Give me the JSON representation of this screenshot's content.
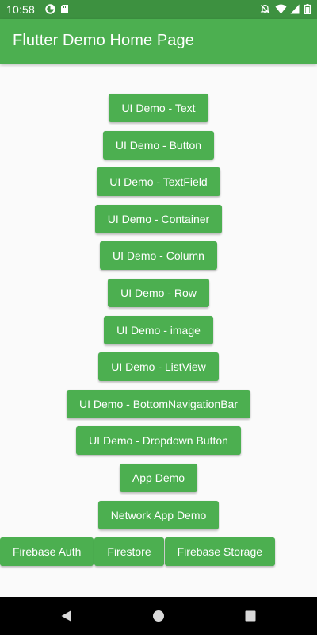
{
  "status_bar": {
    "time": "10:58",
    "left_icons": [
      "data-saver-icon",
      "sd-card-icon"
    ],
    "right_icons": [
      "notifications-off-icon",
      "wifi-icon",
      "signal-icon",
      "battery-icon"
    ]
  },
  "app_bar": {
    "title": "Flutter Demo Home Page"
  },
  "buttons": [
    {
      "name": "ui-demo-text-button",
      "label": "UI Demo - Text"
    },
    {
      "name": "ui-demo-button-button",
      "label": "UI Demo - Button"
    },
    {
      "name": "ui-demo-textfield-button",
      "label": "UI Demo - TextField"
    },
    {
      "name": "ui-demo-container-button",
      "label": "UI Demo - Container"
    },
    {
      "name": "ui-demo-column-button",
      "label": "UI Demo - Column"
    },
    {
      "name": "ui-demo-row-button",
      "label": "UI Demo - Row"
    },
    {
      "name": "ui-demo-image-button",
      "label": "UI Demo - image"
    },
    {
      "name": "ui-demo-listview-button",
      "label": "UI Demo - ListView"
    },
    {
      "name": "ui-demo-bottom-navigation-bar-button",
      "label": "UI Demo - BottomNavigationBar"
    },
    {
      "name": "ui-demo-dropdown-button-button",
      "label": "UI Demo - Dropdown Button"
    },
    {
      "name": "app-demo-button",
      "label": "App Demo"
    },
    {
      "name": "network-app-demo-button",
      "label": "Network App Demo"
    }
  ],
  "firebase_buttons": [
    {
      "name": "firebase-auth-button",
      "label": "Firebase Auth"
    },
    {
      "name": "firestore-button",
      "label": "Firestore"
    },
    {
      "name": "firebase-storage-button",
      "label": "Firebase Storage"
    }
  ],
  "nav_bar": {
    "icons": [
      "back-icon",
      "home-icon",
      "recents-icon"
    ]
  },
  "colors": {
    "primary": "#4caf50",
    "status_bar": "#3d9140",
    "background": "#fafafa",
    "nav_bar": "#000000",
    "on_primary": "#ffffff"
  }
}
